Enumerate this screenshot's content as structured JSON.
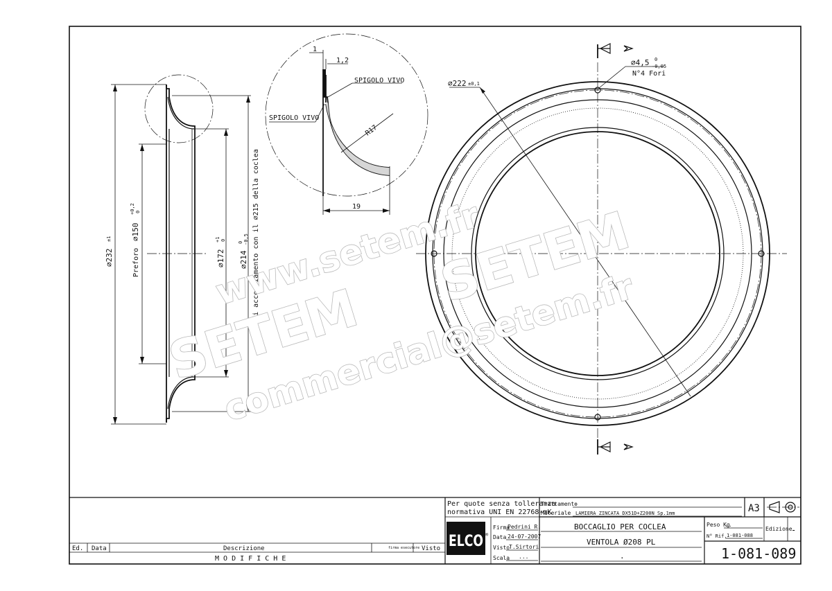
{
  "dimensions": {
    "outer_dia": "⌀232",
    "outer_tol": "±1",
    "preforo_label": "Preforo",
    "preforo_dia": "⌀150",
    "preforo_tol_up": "+0,2",
    "preforo_tol_lo": "0",
    "inner_dia": "⌀172",
    "inner_tol_up": "+1",
    "inner_tol_lo": "0",
    "mid_dia": "⌀214",
    "mid_tol_up": "0",
    "mid_tol_lo": "-0,5",
    "zone_note": "Zona di accoppiamento con il ⌀215 della coclea",
    "detail_1": "1",
    "detail_12": "1,2",
    "detail_19": "19",
    "radius": "R17",
    "spigolo_top": "SPIGOLO VIVO",
    "spigolo_left": "SPIGOLO VIVO",
    "pcd_dia": "⌀222",
    "pcd_tol": "±0,1",
    "hole_dia": "⌀4,5",
    "hole_tol_up": "0",
    "hole_tol_lo": "-0,05",
    "hole_count": "N°4 Fori"
  },
  "watermark": {
    "url": "www.setem.fr",
    "brand": "SETEM",
    "brand2": "SETEM",
    "email": "commercial@setem.fr"
  },
  "title_block": {
    "ed": "Ed.",
    "data": "Data",
    "descrizione": "Descrizione",
    "firma_esecutore": "firma esecutore",
    "visto": "Visto",
    "modifiche": "M O D I F I C H E",
    "tolerance_line1": "Per quote senza tolleranza",
    "tolerance_line2": "normativa UNI EN 22768-mK",
    "logo": "ELCO",
    "logo_reg": "®",
    "firma_label": "Firma",
    "firma_value": "Pedrini R.",
    "data_label": "Data",
    "data_value": "24-07-2007",
    "visto_label": "Visto",
    "visto_value": "T.Sirtori",
    "scala_label": "Scala",
    "scala_value": "...",
    "trattamento_label": "Trattamento",
    "trattamento_value": "-",
    "materiale_label": "Materiale",
    "materiale_value": "LAMIERA ZINCATA DX51D+Z200N Sp.1mm",
    "title_line1": "BOCCAGLIO PER COCLEA",
    "title_line2": "VENTOLA Ø208 PL",
    "title_line3": ".",
    "format": "A3",
    "peso_label": "Peso Kg",
    "peso_value": "..",
    "nrif_label": "N° Rif.",
    "nrif_value": "1-081-088",
    "edizione_label": "Edizione",
    "edizione_value": "-",
    "drawing_number": "1-081-089"
  }
}
